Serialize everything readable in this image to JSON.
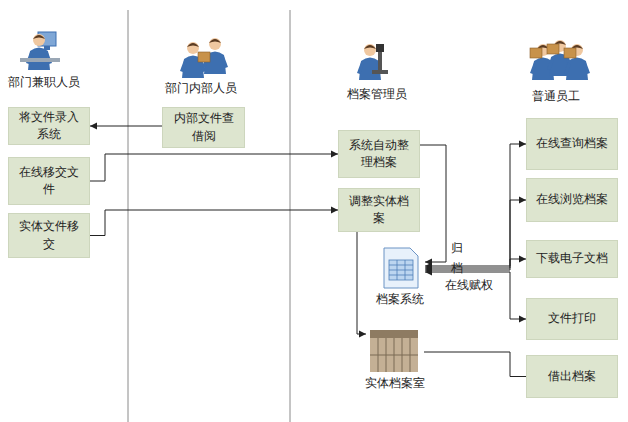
{
  "diagram": {
    "nodes": [
      {
        "text": [
          "将文件录入系统"
        ]
      },
      {
        "text": [
          "内部文件查借阅"
        ]
      },
      {
        "text": [
          "在线移交文件"
        ]
      },
      {
        "text": [
          "实体文件移交"
        ]
      },
      {
        "text": [
          "系统自动整理档案"
        ]
      },
      {
        "text": [
          "调整实体档案"
        ]
      },
      {
        "text": [
          "在线查询档案"
        ]
      },
      {
        "text": [
          "在线浏览档案"
        ]
      },
      {
        "text": [
          "下载电子文档"
        ]
      },
      {
        "text": [
          "文件打印"
        ]
      },
      {
        "text": [
          "档案系统"
        ]
      },
      {
        "text": [
          "实体档案室"
        ]
      },
      {
        "text": [
          "借出档案"
        ]
      }
    ],
    "edges": [
      {
        "from": 1,
        "to": 0,
        "arrow": "to"
      },
      {
        "from": 2,
        "to": 4,
        "arrow": "to"
      },
      {
        "from": 3,
        "to": 5,
        "arrow": "to"
      },
      {
        "from": 4,
        "to": 10,
        "label": "归档",
        "arrow": "to"
      },
      {
        "from": 5,
        "to": 11,
        "arrow": "to"
      },
      {
        "from": 10,
        "to": 6,
        "arrow": "both"
      },
      {
        "from": 10,
        "to": 7,
        "arrow": "both"
      },
      {
        "from": 10,
        "to": 8,
        "label": "在线赋权",
        "arrow": "both"
      },
      {
        "from": 10,
        "to": 9,
        "arrow": "both"
      },
      {
        "from": 11,
        "to": 12,
        "arrow": "none"
      }
    ],
    "labels": [
      "部门兼职人员",
      "部门内部人员",
      "档案管理员",
      "普通员工"
    ]
  }
}
